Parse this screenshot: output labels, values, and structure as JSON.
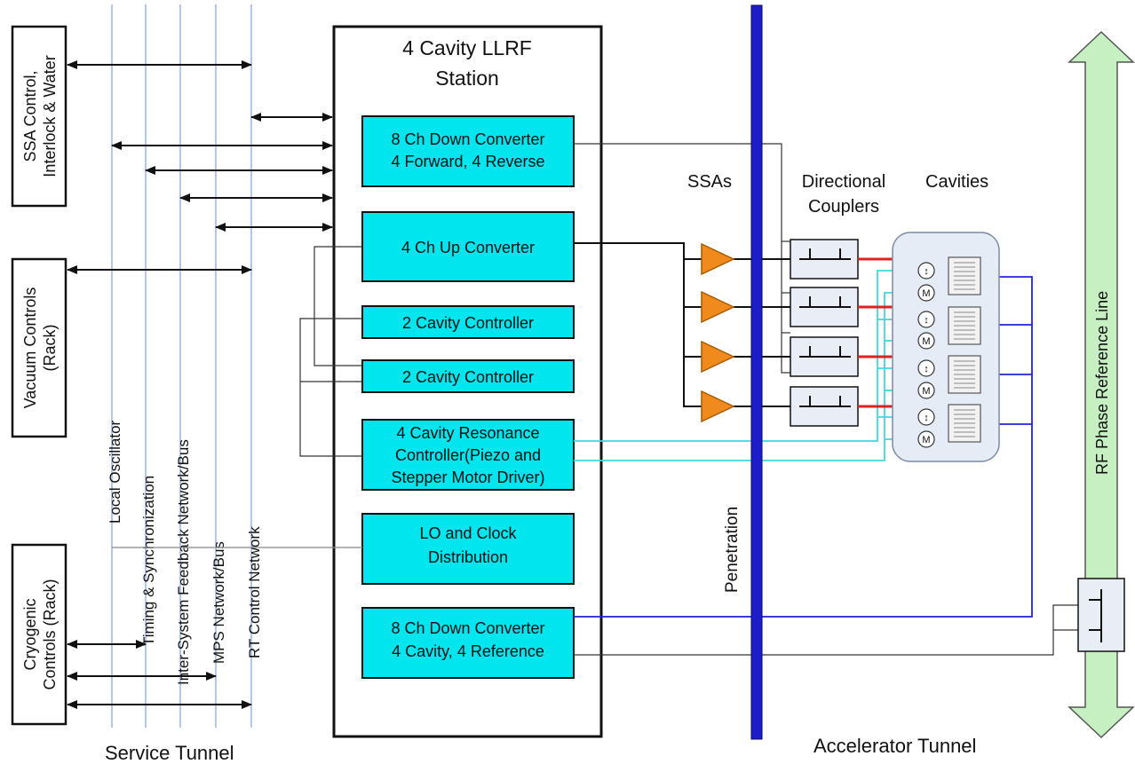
{
  "side_controls": {
    "ssa": [
      "SSA Control,",
      "Interlock & Water"
    ],
    "vacuum": [
      "Vacuum Controls",
      "(Rack)"
    ],
    "cryo": [
      "Cryogenic",
      "Controls (Rack)"
    ]
  },
  "buses": {
    "local_oscillator": "Local Oscillator",
    "timing": "Timing & Synchronization",
    "feedback": "Inter-System Feedback Network/Bus",
    "mps": "MPS Network/Bus",
    "rt_control": "RT Control Network"
  },
  "llrf": {
    "title_line1": "4 Cavity LLRF",
    "title_line2": "Station",
    "down_converter_fwd": [
      "8 Ch Down Converter",
      "4 Forward, 4 Reverse"
    ],
    "up_converter": "4 Ch Up Converter",
    "cavity_controller_a": "2 Cavity Controller",
    "cavity_controller_b": "2 Cavity Controller",
    "resonance_controller": [
      "4 Cavity Resonance",
      "Controller(Piezo and",
      "Stepper Motor Driver)"
    ],
    "lo_clock": [
      "LO and Clock",
      "Distribution"
    ],
    "down_converter_ref": [
      "8 Ch Down Converter",
      "4 Cavity, 4 Reference"
    ]
  },
  "tunnel": {
    "ssas": "SSAs",
    "couplers": [
      "Directional",
      "Couplers"
    ],
    "cavities": "Cavities",
    "penetration": "Penetration",
    "motor_symbol": "M",
    "rf_phase_line": "RF Phase Reference Line"
  },
  "footer": {
    "service_tunnel": "Service Tunnel",
    "accelerator_tunnel": "Accelerator Tunnel"
  },
  "colors": {
    "module_fill": "#00e5ee",
    "penetration": "#1c1cc8",
    "ssa_fill": "#f08a1c",
    "bus_line": "#9ab6de",
    "ref_line_fill": "#c6f0c2",
    "cavity_group_fill": "#e6ecf5"
  }
}
